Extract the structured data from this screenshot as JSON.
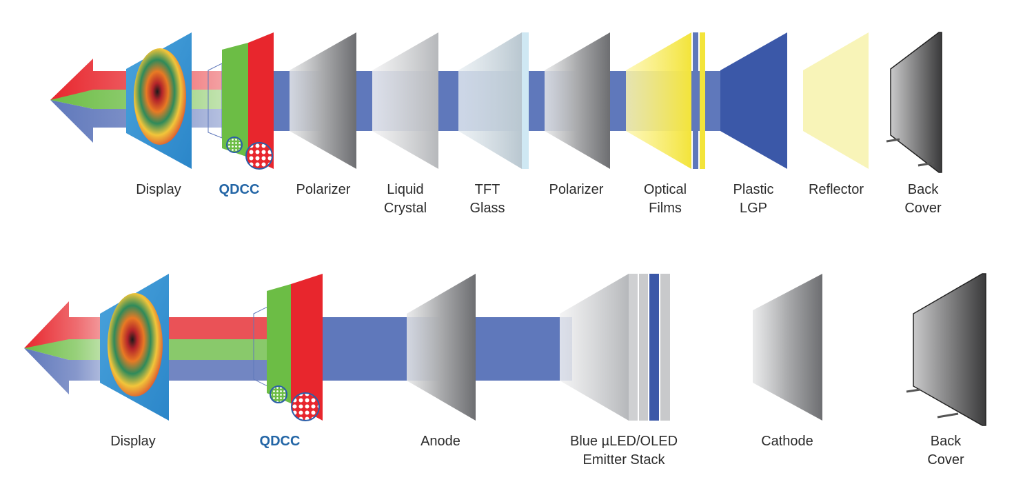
{
  "lcd_row": {
    "labels": [
      {
        "lines": [
          "Display"
        ]
      },
      {
        "lines": [
          "QDCC"
        ]
      },
      {
        "lines": [
          "Polarizer"
        ]
      },
      {
        "lines": [
          "Liquid",
          "Crystal"
        ]
      },
      {
        "lines": [
          "TFT",
          "Glass"
        ]
      },
      {
        "lines": [
          "Polarizer"
        ]
      },
      {
        "lines": [
          "Optical",
          "Films"
        ]
      },
      {
        "lines": [
          "Plastic",
          "LGP"
        ]
      },
      {
        "lines": [
          "Reflector"
        ]
      },
      {
        "lines": [
          "Back",
          "Cover"
        ]
      }
    ]
  },
  "emissive_row": {
    "labels": [
      {
        "lines": [
          "Display"
        ]
      },
      {
        "lines": [
          "QDCC"
        ]
      },
      {
        "lines": [
          "Anode"
        ]
      },
      {
        "lines": [
          "Blue µLED/OLED",
          "Emitter Stack"
        ]
      },
      {
        "lines": [
          "Cathode"
        ]
      },
      {
        "lines": [
          "Back",
          "Cover"
        ]
      }
    ]
  },
  "colors": {
    "red": "#e8262d",
    "green": "#6cbd45",
    "blue_beam": "#5f78bb",
    "lgp_blue": "#3b58a8",
    "qdcc_text": "#2466a6",
    "film_yellow": "#f5e94a"
  }
}
